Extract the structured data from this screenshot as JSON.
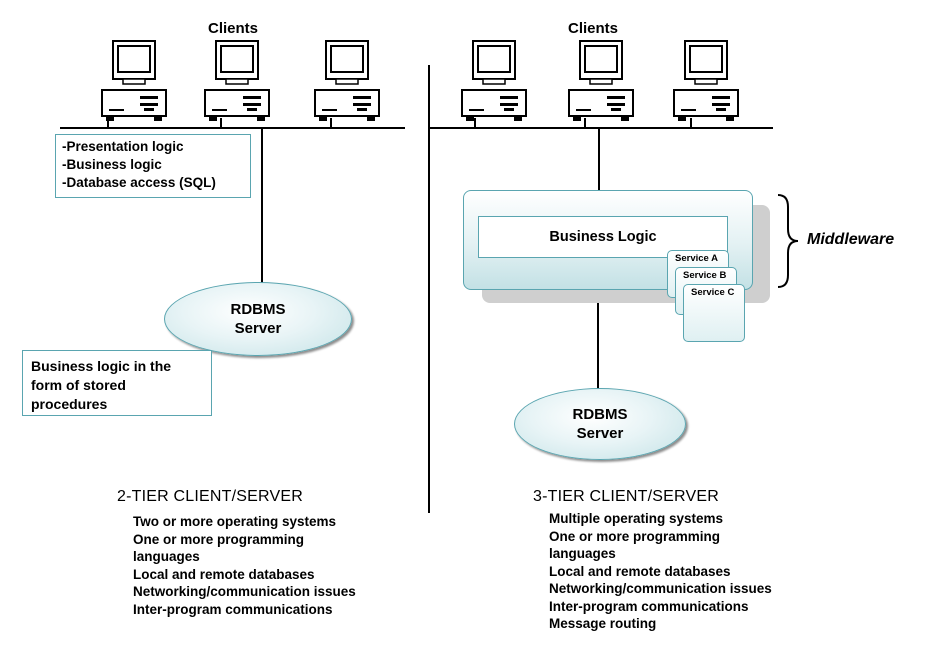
{
  "left_tier": {
    "clients_label": "Clients",
    "client_logic_lines": [
      "-Presentation logic",
      "-Business logic",
      "-Database access (SQL)"
    ],
    "server_label": "RDBMS\nServer",
    "stored_procedures_note": "Business logic in the form of stored procedures",
    "title": "2-TIER CLIENT/SERVER",
    "features": [
      "Two or more operating systems",
      "One or more programming",
      "languages",
      "Local and remote databases",
      "Networking/communication issues",
      "Inter-program communications"
    ]
  },
  "right_tier": {
    "clients_label": "Clients",
    "business_logic_label": "Business Logic",
    "middleware_label": "Middleware",
    "services": [
      "Service A",
      "Service B",
      "Service C"
    ],
    "server_label": "RDBMS\nServer",
    "title": "3-TIER CLIENT/SERVER",
    "features": [
      "Multiple operating systems",
      "One or more programming",
      "languages",
      "Local and remote databases",
      "Networking/communication issues",
      "Inter-program communications",
      "Message routing"
    ]
  },
  "colors": {
    "outline": "#5aa5b0",
    "fill_light": "#e3f1f3",
    "shadow": "#cfcfcf",
    "line": "#000000"
  },
  "icons": [
    "desktop-computer-icon",
    "curly-brace-icon"
  ]
}
